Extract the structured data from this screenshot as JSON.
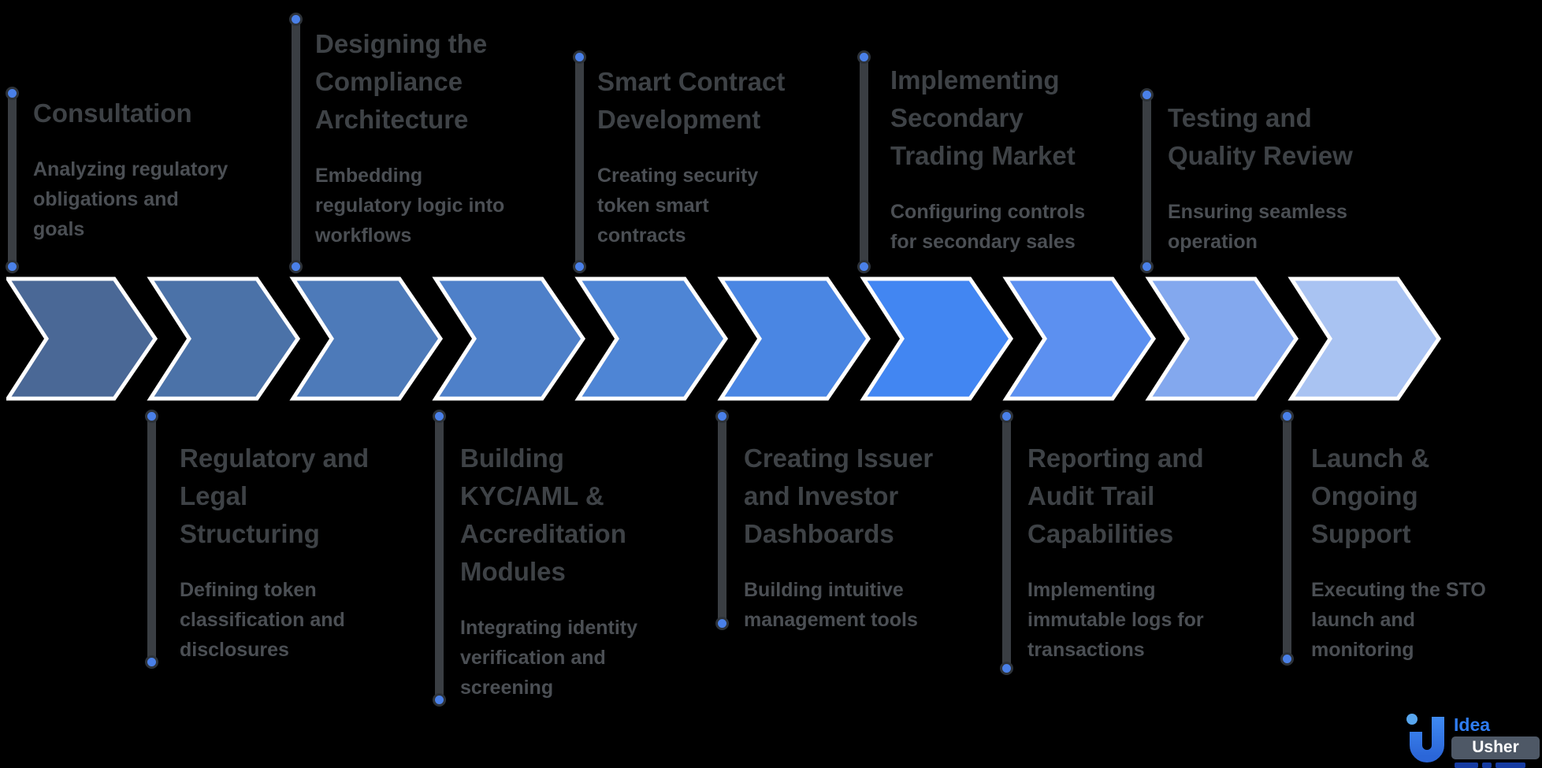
{
  "background_color": "#000000",
  "process_flow": {
    "chevron_colors": [
      "#4a6896",
      "#4b72a8",
      "#4d7ab9",
      "#4e80c9",
      "#4e85d5",
      "#4a86e3",
      "#4286f2",
      "#5c90f0",
      "#83a8ee",
      "#a9c3f2"
    ],
    "chevron_outline": "#ffffff",
    "connector_color": "#3a3e43",
    "dot_color": "#4a80e8",
    "top_blocks": [
      {
        "heading": "Consultation",
        "body": "Analyzing regulatory\nobligations and\ngoals"
      },
      {
        "heading": "Designing the\nCompliance\nArchitecture",
        "body": "Embedding\nregulatory logic into\nworkflows"
      },
      {
        "heading": "Smart Contract\nDevelopment",
        "body": "Creating security\ntoken smart\ncontracts"
      },
      {
        "heading": "Implementing\nSecondary\nTrading Market",
        "body": "Configuring controls\nfor secondary sales"
      },
      {
        "heading": "Testing and\nQuality Review",
        "body": "Ensuring seamless\noperation"
      }
    ],
    "bottom_blocks": [
      {
        "heading": "Regulatory and\nLegal\nStructuring",
        "body": "Defining token\nclassification and\ndisclosures"
      },
      {
        "heading": "Building\nKYC/AML &\nAccreditation\nModules",
        "body": "Integrating identity\nverification and\nscreening"
      },
      {
        "heading": "Creating Issuer\nand Investor\nDashboards",
        "body": "Building intuitive\nmanagement tools"
      },
      {
        "heading": "Reporting and\nAudit Trail\nCapabilities",
        "body": "Implementing\nimmutable logs for\ntransactions"
      },
      {
        "heading": "Launch &\nOngoing\nSupport",
        "body": "Executing the STO\nlaunch and\nmonitoring"
      }
    ]
  },
  "logo": {
    "brand_top": "Idea",
    "brand_bottom": "Usher",
    "accent_color": "#2f7df6"
  }
}
